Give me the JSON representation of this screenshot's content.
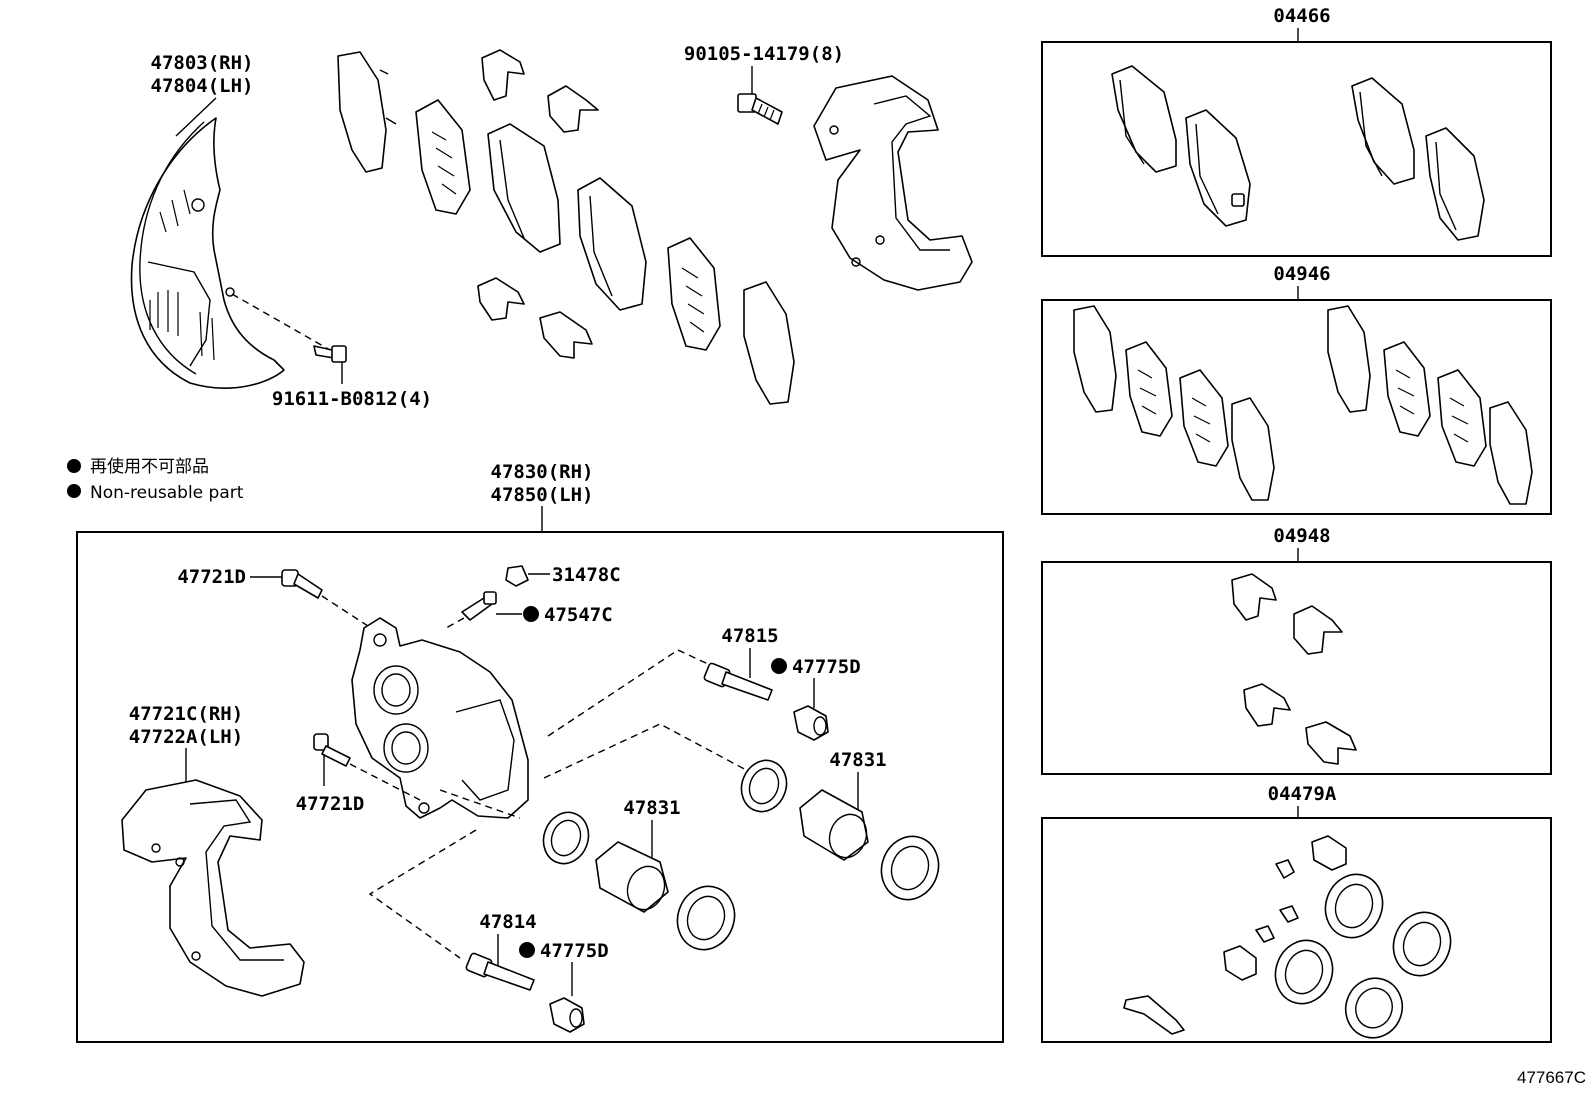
{
  "labels": {
    "shield_rh": "47803(RH)",
    "shield_lh": "47804(LH)",
    "bolt_shield": "91611-B0812(4)",
    "bolt_mount": "90105-14179(8)",
    "caliper_rh": "47830(RH)",
    "caliper_lh": "47850(LH)",
    "bleeder_plug": "47721D",
    "bleeder_plug_lower": "47721D",
    "cap": "31478C",
    "bleeder": "47547C",
    "slide_pin_upper": "47815",
    "boot_upper": "47775D",
    "piston_upper": "47831",
    "piston_lower": "47831",
    "slide_pin_lower": "47814",
    "boot_lower": "47775D",
    "mounting_rh": "47721C(RH)",
    "mounting_lh": "47722A(LH)"
  },
  "kits": [
    {
      "id": "04466"
    },
    {
      "id": "04946"
    },
    {
      "id": "04948"
    },
    {
      "id": "04479A"
    }
  ],
  "legend": {
    "jp": "再使用不可部品",
    "en": "Non-reusable part"
  },
  "figure_ref": "477667C"
}
